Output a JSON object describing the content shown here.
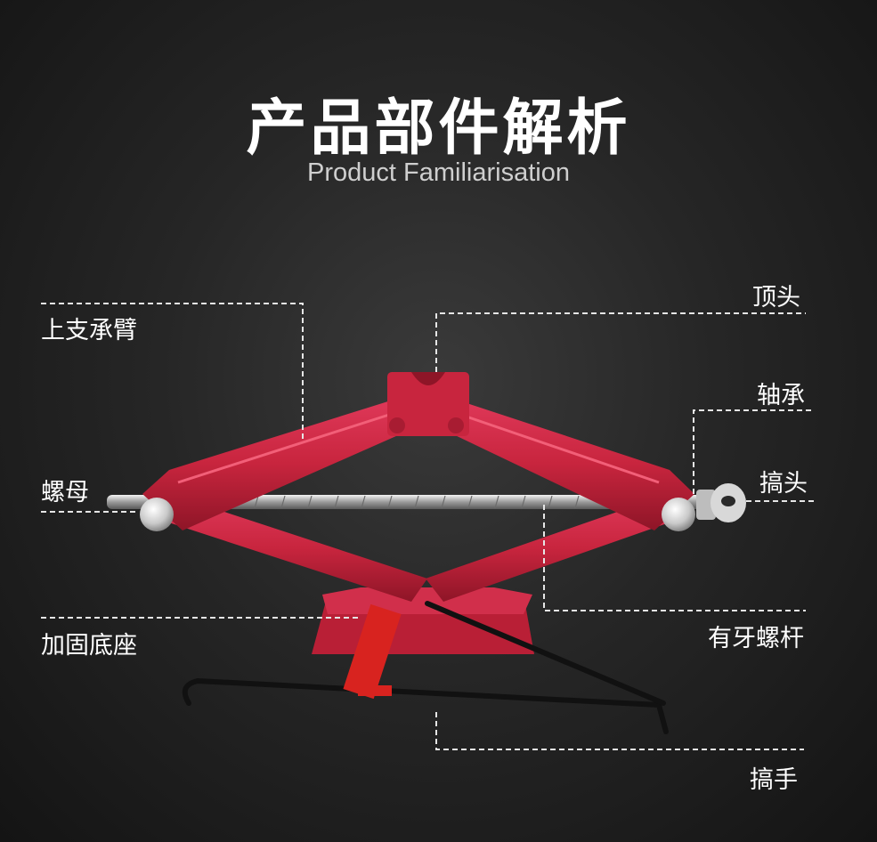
{
  "title": "产品部件解析",
  "subtitle": "Product Familiarisation",
  "labels": {
    "upper_arm": "上支承臂",
    "nut": "螺母",
    "base": "加固底座",
    "top_head": "顶头",
    "bearing": "轴承",
    "crank_head": "搞头",
    "threaded_rod": "有牙螺杆",
    "handle": "搞手"
  },
  "colors": {
    "jack_red": "#c8253e",
    "jack_dark": "#8e1527",
    "handle_red": "#d8231f",
    "leader_line": "#e6e6e6"
  }
}
